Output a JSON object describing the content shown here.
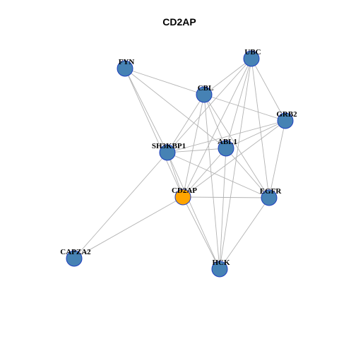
{
  "title": "CD2AP",
  "colors": {
    "node_default": "#4682b4",
    "node_focus": "#ffa500",
    "node_border": "#1f3fbf",
    "edge": "#b3b3b3"
  },
  "nodes": [
    {
      "id": "UBC",
      "label": "UBC",
      "focus": false
    },
    {
      "id": "FYN",
      "label": "FYN",
      "focus": false
    },
    {
      "id": "CBL",
      "label": "CBL",
      "focus": false
    },
    {
      "id": "GRB2",
      "label": "GRB2",
      "focus": false
    },
    {
      "id": "SH3KBP1",
      "label": "SH3KBP1",
      "focus": false
    },
    {
      "id": "ABL1",
      "label": "ABL1",
      "focus": false
    },
    {
      "id": "CD2AP",
      "label": "CD2AP",
      "focus": true
    },
    {
      "id": "EGFR",
      "label": "EGFR",
      "focus": false
    },
    {
      "id": "CAPZA2",
      "label": "CAPZA2",
      "focus": false
    },
    {
      "id": "HCK",
      "label": "HCK",
      "focus": false
    }
  ],
  "edges": [
    [
      "UBC",
      "CBL"
    ],
    [
      "UBC",
      "GRB2"
    ],
    [
      "UBC",
      "SH3KBP1"
    ],
    [
      "UBC",
      "ABL1"
    ],
    [
      "UBC",
      "CD2AP"
    ],
    [
      "UBC",
      "EGFR"
    ],
    [
      "UBC",
      "HCK"
    ],
    [
      "FYN",
      "CBL"
    ],
    [
      "FYN",
      "SH3KBP1"
    ],
    [
      "FYN",
      "ABL1"
    ],
    [
      "FYN",
      "CD2AP"
    ],
    [
      "CBL",
      "GRB2"
    ],
    [
      "CBL",
      "SH3KBP1"
    ],
    [
      "CBL",
      "ABL1"
    ],
    [
      "CBL",
      "CD2AP"
    ],
    [
      "CBL",
      "EGFR"
    ],
    [
      "CBL",
      "HCK"
    ],
    [
      "GRB2",
      "SH3KBP1"
    ],
    [
      "GRB2",
      "ABL1"
    ],
    [
      "GRB2",
      "CD2AP"
    ],
    [
      "GRB2",
      "EGFR"
    ],
    [
      "SH3KBP1",
      "ABL1"
    ],
    [
      "SH3KBP1",
      "CD2AP"
    ],
    [
      "SH3KBP1",
      "EGFR"
    ],
    [
      "SH3KBP1",
      "CAPZA2"
    ],
    [
      "SH3KBP1",
      "HCK"
    ],
    [
      "ABL1",
      "CD2AP"
    ],
    [
      "ABL1",
      "EGFR"
    ],
    [
      "ABL1",
      "HCK"
    ],
    [
      "CD2AP",
      "EGFR"
    ],
    [
      "CD2AP",
      "CAPZA2"
    ],
    [
      "CD2AP",
      "HCK"
    ],
    [
      "EGFR",
      "HCK"
    ]
  ]
}
